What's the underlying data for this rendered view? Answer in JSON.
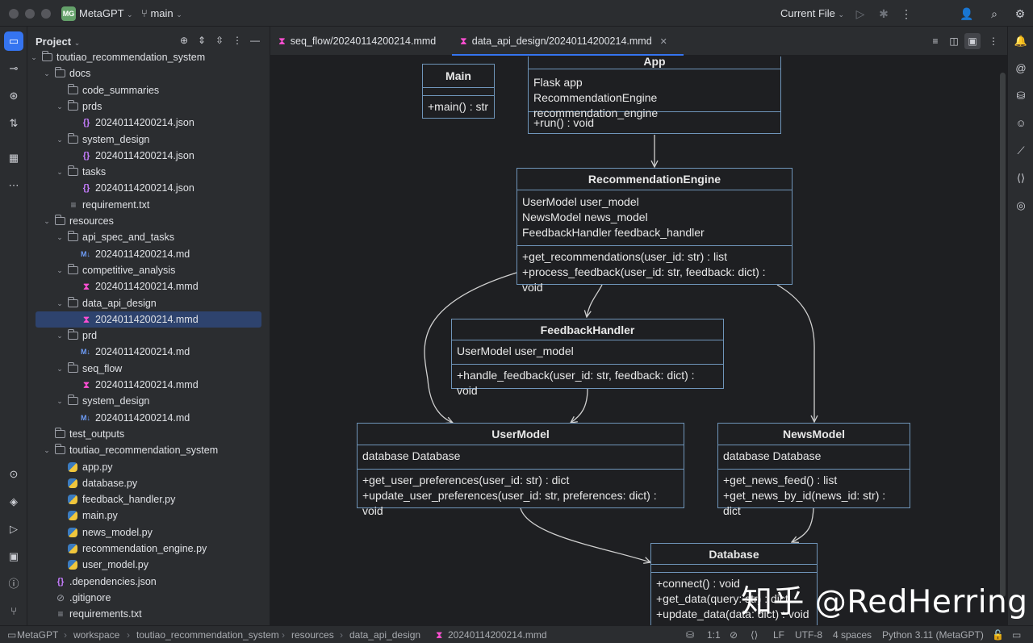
{
  "titlebar": {
    "project_badge": "MG",
    "project_name": "MetaGPT",
    "branch": "main",
    "run_config": "Current File"
  },
  "project_panel": {
    "title": "Project",
    "tree": [
      {
        "label": "toutiao_recommendation_system",
        "type": "folder",
        "depth": 2,
        "expanded": true
      },
      {
        "label": "docs",
        "type": "folder",
        "depth": 3,
        "expanded": true
      },
      {
        "label": "code_summaries",
        "type": "folder",
        "depth": 4,
        "expanded": false,
        "leaf": true
      },
      {
        "label": "prds",
        "type": "folder",
        "depth": 4,
        "expanded": true
      },
      {
        "label": "20240114200214.json",
        "type": "json",
        "depth": 5
      },
      {
        "label": "system_design",
        "type": "folder",
        "depth": 4,
        "expanded": true
      },
      {
        "label": "20240114200214.json",
        "type": "json",
        "depth": 5
      },
      {
        "label": "tasks",
        "type": "folder",
        "depth": 4,
        "expanded": true
      },
      {
        "label": "20240114200214.json",
        "type": "json",
        "depth": 5
      },
      {
        "label": "requirement.txt",
        "type": "txt",
        "depth": 4
      },
      {
        "label": "resources",
        "type": "folder",
        "depth": 3,
        "expanded": true
      },
      {
        "label": "api_spec_and_tasks",
        "type": "folder",
        "depth": 4,
        "expanded": true
      },
      {
        "label": "20240114200214.md",
        "type": "md",
        "depth": 5
      },
      {
        "label": "competitive_analysis",
        "type": "folder",
        "depth": 4,
        "expanded": true
      },
      {
        "label": "20240114200214.mmd",
        "type": "mmd",
        "depth": 5
      },
      {
        "label": "data_api_design",
        "type": "folder",
        "depth": 4,
        "expanded": true
      },
      {
        "label": "20240114200214.mmd",
        "type": "mmd",
        "depth": 5,
        "selected": true
      },
      {
        "label": "prd",
        "type": "folder",
        "depth": 4,
        "expanded": true
      },
      {
        "label": "20240114200214.md",
        "type": "md",
        "depth": 5
      },
      {
        "label": "seq_flow",
        "type": "folder",
        "depth": 4,
        "expanded": true
      },
      {
        "label": "20240114200214.mmd",
        "type": "mmd",
        "depth": 5
      },
      {
        "label": "system_design",
        "type": "folder",
        "depth": 4,
        "expanded": true
      },
      {
        "label": "20240114200214.md",
        "type": "md",
        "depth": 5
      },
      {
        "label": "test_outputs",
        "type": "folder",
        "depth": 3,
        "expanded": false,
        "leaf": true
      },
      {
        "label": "toutiao_recommendation_system",
        "type": "folder",
        "depth": 3,
        "expanded": true
      },
      {
        "label": "app.py",
        "type": "py",
        "depth": 4
      },
      {
        "label": "database.py",
        "type": "py",
        "depth": 4
      },
      {
        "label": "feedback_handler.py",
        "type": "py",
        "depth": 4
      },
      {
        "label": "main.py",
        "type": "py",
        "depth": 4
      },
      {
        "label": "news_model.py",
        "type": "py",
        "depth": 4
      },
      {
        "label": "recommendation_engine.py",
        "type": "py",
        "depth": 4
      },
      {
        "label": "user_model.py",
        "type": "py",
        "depth": 4
      },
      {
        "label": ".dependencies.json",
        "type": "json",
        "depth": 3
      },
      {
        "label": ".gitignore",
        "type": "gitignore",
        "depth": 3
      },
      {
        "label": "requirements.txt",
        "type": "txt",
        "depth": 3
      }
    ]
  },
  "tabs": [
    {
      "label": "seq_flow/20240114200214.mmd",
      "active": false
    },
    {
      "label": "data_api_design/20240114200214.mmd",
      "active": true
    }
  ],
  "diagram": {
    "classes": {
      "main": {
        "name": "Main",
        "attributes": [],
        "methods": [
          "+main() : str"
        ]
      },
      "app": {
        "name": "App",
        "attributes": [
          "Flask app",
          "RecommendationEngine recommendation_engine"
        ],
        "methods": [
          "+run() : void"
        ]
      },
      "engine": {
        "name": "RecommendationEngine",
        "attributes": [
          "UserModel user_model",
          "NewsModel news_model",
          "FeedbackHandler feedback_handler"
        ],
        "methods": [
          "+get_recommendations(user_id: str) : list",
          "+process_feedback(user_id: str, feedback: dict) : void"
        ]
      },
      "feedback": {
        "name": "FeedbackHandler",
        "attributes": [
          "UserModel user_model"
        ],
        "methods": [
          "+handle_feedback(user_id: str, feedback: dict) : void"
        ]
      },
      "usermodel": {
        "name": "UserModel",
        "attributes": [
          "database Database"
        ],
        "methods": [
          "+get_user_preferences(user_id: str) : dict",
          "+update_user_preferences(user_id: str, preferences: dict) : void"
        ]
      },
      "newsmodel": {
        "name": "NewsModel",
        "attributes": [
          "database Database"
        ],
        "methods": [
          "+get_news_feed() : list",
          "+get_news_by_id(news_id: str) : dict"
        ]
      },
      "database": {
        "name": "Database",
        "attributes": [],
        "methods": [
          "+connect() : void",
          "+get_data(query: str) : dict",
          "+update_data(data: dict) : void"
        ]
      }
    }
  },
  "statusbar": {
    "crumbs": [
      "MetaGPT",
      "workspace",
      "toutiao_recommendation_system",
      "resources",
      "data_api_design",
      "20240114200214.mmd"
    ],
    "position": "1:1",
    "line_sep": "LF",
    "encoding": "UTF-8",
    "indent": "4 spaces",
    "interpreter": "Python 3.11 (MetaGPT)"
  },
  "watermark": "知乎 @RedHerring",
  "colors": {
    "accent": "#3574f0",
    "uml_border": "#6f95ba",
    "selection": "#2e436e"
  }
}
